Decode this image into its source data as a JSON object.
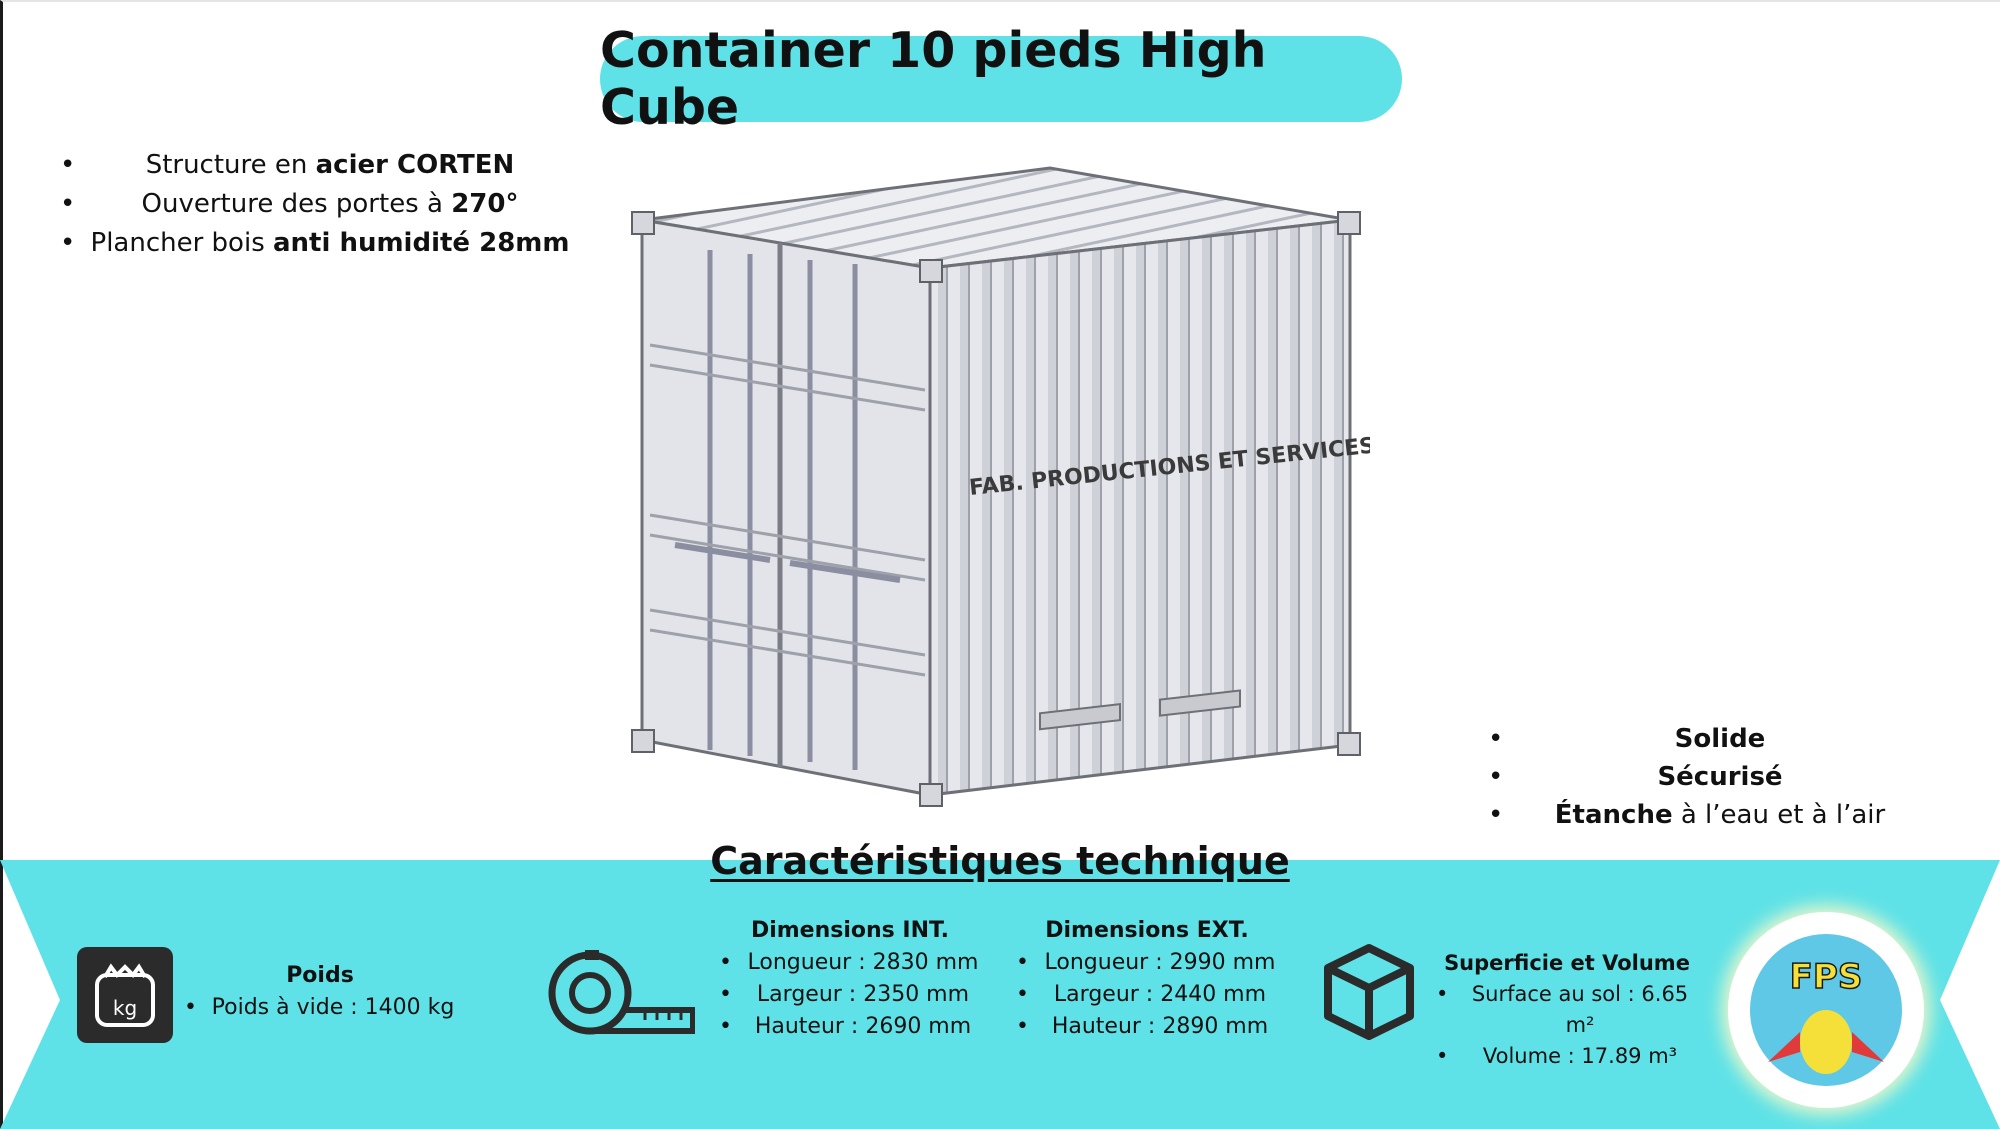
{
  "title": "Container 10 pieds High Cube",
  "features_left": [
    {
      "text": "Structure en ",
      "bold": "acier CORTEN",
      "after": ""
    },
    {
      "text": "Ouverture des portes à ",
      "bold": "270°",
      "after": ""
    },
    {
      "text": "Plancher bois ",
      "bold": "anti humidité",
      "after": " 28mm"
    }
  ],
  "container_marking": "FAB. PRODUCTIONS ET SERVICES",
  "features_right": [
    {
      "bold": "Solide",
      "text": ""
    },
    {
      "bold": "Sécurisé",
      "text": ""
    },
    {
      "bold": "Étanche",
      "text": " à l’eau et à l’air"
    }
  ],
  "section_title": "Caractéristiques technique",
  "specs": {
    "weight": {
      "head": "Poids",
      "items": [
        "Poids à vide :  1400 kg"
      ],
      "icon": "weight-kg-icon",
      "icon_text": "kg"
    },
    "dim_int": {
      "head": "Dimensions INT.",
      "items": [
        "Longueur : 2830 mm",
        "Largeur : 2350 mm",
        "Hauteur : 2690 mm"
      ]
    },
    "dim_ext": {
      "head": "Dimensions EXT.",
      "items": [
        "Longueur : 2990 mm",
        "Largeur : 2440 mm",
        "Hauteur : 2890 mm"
      ]
    },
    "area": {
      "head": "Superficie et Volume",
      "items": [
        "Surface au sol : 6.65 m²",
        "Volume : 17.89 m³"
      ]
    }
  },
  "logo": {
    "text": "FPS"
  },
  "colors": {
    "accent": "#5ee2e7",
    "text": "#111111",
    "icon": "#2b2b2b"
  }
}
